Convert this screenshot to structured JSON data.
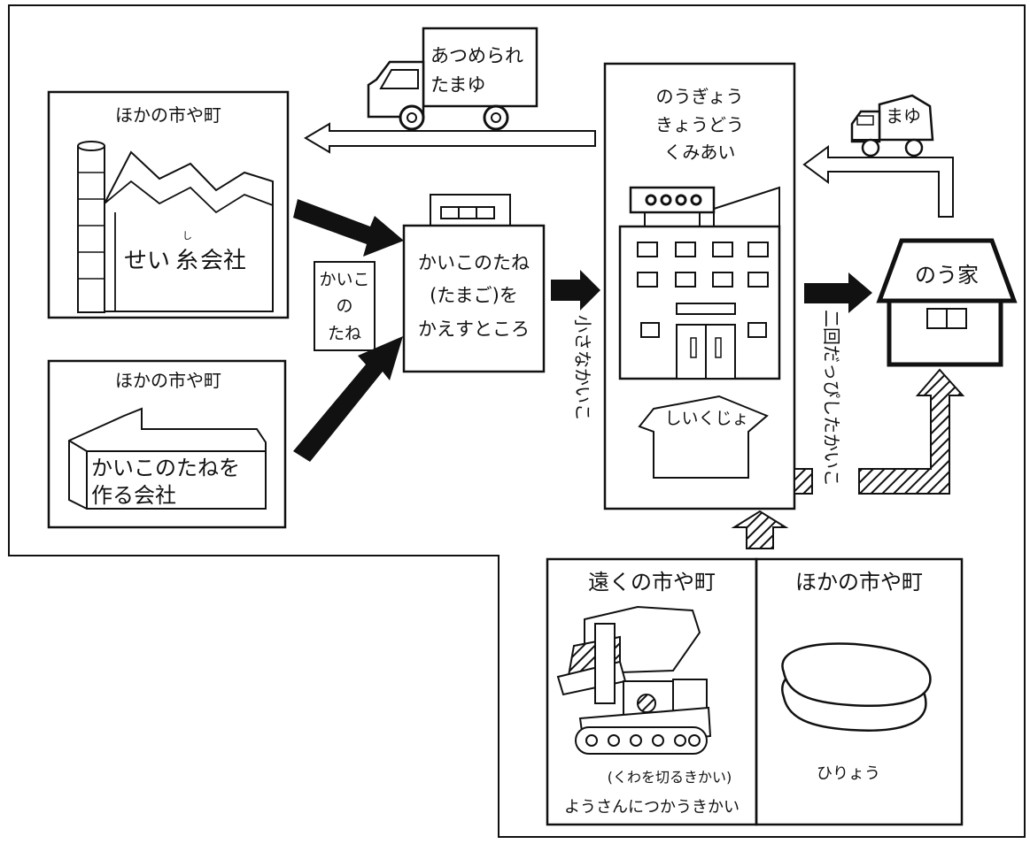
{
  "factory_area": {
    "header": "ほかの市や町",
    "factory_label_1": "せい",
    "factory_label_ruby": "し",
    "factory_label_2": "糸",
    "factory_label_3": "会社"
  },
  "seed_company_area": {
    "header": "ほかの市や町",
    "label_line1": "かいこのたねを",
    "label_line2": "作る会社"
  },
  "eggs_note": {
    "line1": "かいこ",
    "line2": "の",
    "line3": "たね"
  },
  "hatchery": {
    "line1": "かいこのたね",
    "line2": "(たまご)を",
    "line3": "かえすところ"
  },
  "truck_left": {
    "line1": "あつめられ",
    "line2": "たまゆ"
  },
  "coop": {
    "line1": "のうぎょう",
    "line2": "きょうどう",
    "line3": "くみあい",
    "nursery_label": "しいくじょ"
  },
  "truck_right": {
    "label": "まゆ"
  },
  "farm_house": {
    "label": "のう家"
  },
  "arrow_labels": {
    "small_silkworms": "小さなかいこ",
    "molted_silkworms": "二回だっぴしたかいこ"
  },
  "bottom_left": {
    "header": "遠くの市や町",
    "caption_line1": "(くわを切るきかい)",
    "caption_line2": "ようさんにつかうきかい"
  },
  "bottom_right": {
    "header": "ほかの市や町",
    "caption": "ひりょう"
  }
}
